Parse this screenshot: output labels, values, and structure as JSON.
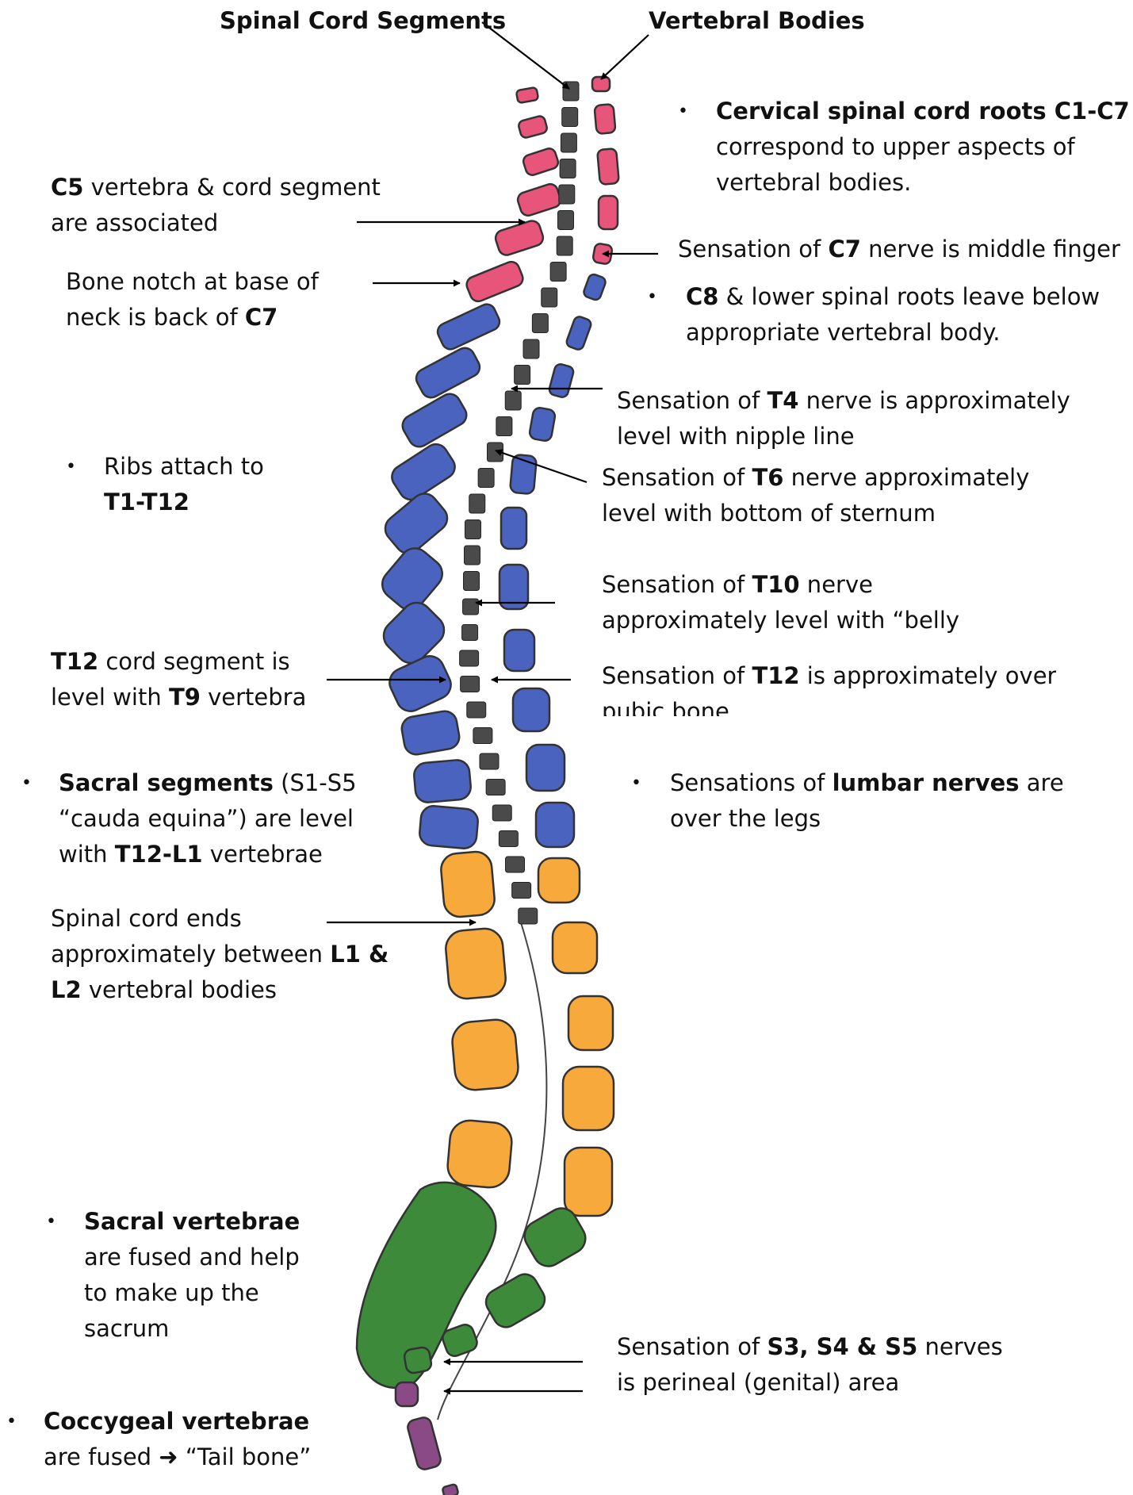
{
  "headers": {
    "spinal_cord_segments": "Spinal Cord Segments",
    "vertebral_bodies": "Vertebral Bodies"
  },
  "bullet_glyph": "•",
  "colors": {
    "cervical": "#e8557a",
    "thoracic": "#4a63be",
    "lumbar": "#f7a93c",
    "sacral": "#3d8a3a",
    "coccygeal": "#8a4a86",
    "cord_segment": "#4a4a4a",
    "outline": "#333333"
  },
  "labels": {
    "cervical_roots": {
      "b1": "Cervical spinal cord roots C1-C7",
      "l2": "correspond to upper aspects of",
      "l3": "vertebral bodies."
    },
    "c5": {
      "b1": "C5",
      "t1": " vertebra & cord segment",
      "l2": "are associated"
    },
    "c7_sensation": {
      "t1": "Sensation of ",
      "b1": "C7",
      "t2": " nerve is middle finger"
    },
    "bone_notch": {
      "l1": "Bone notch at base of",
      "t2": "neck is back of ",
      "b2": "C7"
    },
    "c8": {
      "b1": "C8",
      "t1": " & lower spinal roots leave below",
      "l2": "appropriate vertebral body."
    },
    "t4": {
      "t1": "Sensation of ",
      "b1": "T4",
      "t2": " nerve is approximately",
      "l2": "level with nipple line"
    },
    "ribs": {
      "l1": "Ribs attach to",
      "b2": "T1-T12"
    },
    "t6": {
      "t1": "Sensation of ",
      "b1": "T6",
      "t2": " nerve approximately",
      "l2": "level with bottom of sternum"
    },
    "t10": {
      "t1": "Sensation of ",
      "b1": "T10",
      "t2": " nerve",
      "l2": "approximately level with “belly"
    },
    "t12_cord": {
      "b1": "T12",
      "t1": " cord segment is",
      "t2": "level with ",
      "b2": "T9",
      "t3": " vertebra"
    },
    "t12_sensation": {
      "t1": "Sensation of ",
      "b1": "T12",
      "t2": " is approximately over",
      "l2": "pubic bone"
    },
    "sacral_segments": {
      "b1": "Sacral segments",
      "t1": " (S1-S5",
      "l2": "“cauda equina”) are level",
      "t3": "with ",
      "b3": "T12-L1",
      "t4": " vertebrae"
    },
    "lumbar_nerves": {
      "t1": "Sensations of ",
      "b1": "lumbar nerves",
      "t2": " are",
      "l2": "over the legs"
    },
    "cord_ends": {
      "l1": "Spinal cord ends",
      "t2": "approximately between ",
      "b2": "L1 &",
      "b3": "L2",
      "t3": " vertebral bodies"
    },
    "sacral_vertebrae": {
      "b1": "Sacral vertebrae",
      "l2": "are fused and help",
      "l3": "to make up the",
      "l4": "sacrum"
    },
    "s3_s5": {
      "t1": "Sensation of ",
      "b1": "S3, S4 & S5",
      "t2": " nerves",
      "l2": "is perineal (genital) area"
    },
    "coccygeal": {
      "b1": "Coccygeal vertebrae",
      "t2": "are fused ",
      "arrow": "➜",
      "t3": " “Tail bone”"
    }
  }
}
